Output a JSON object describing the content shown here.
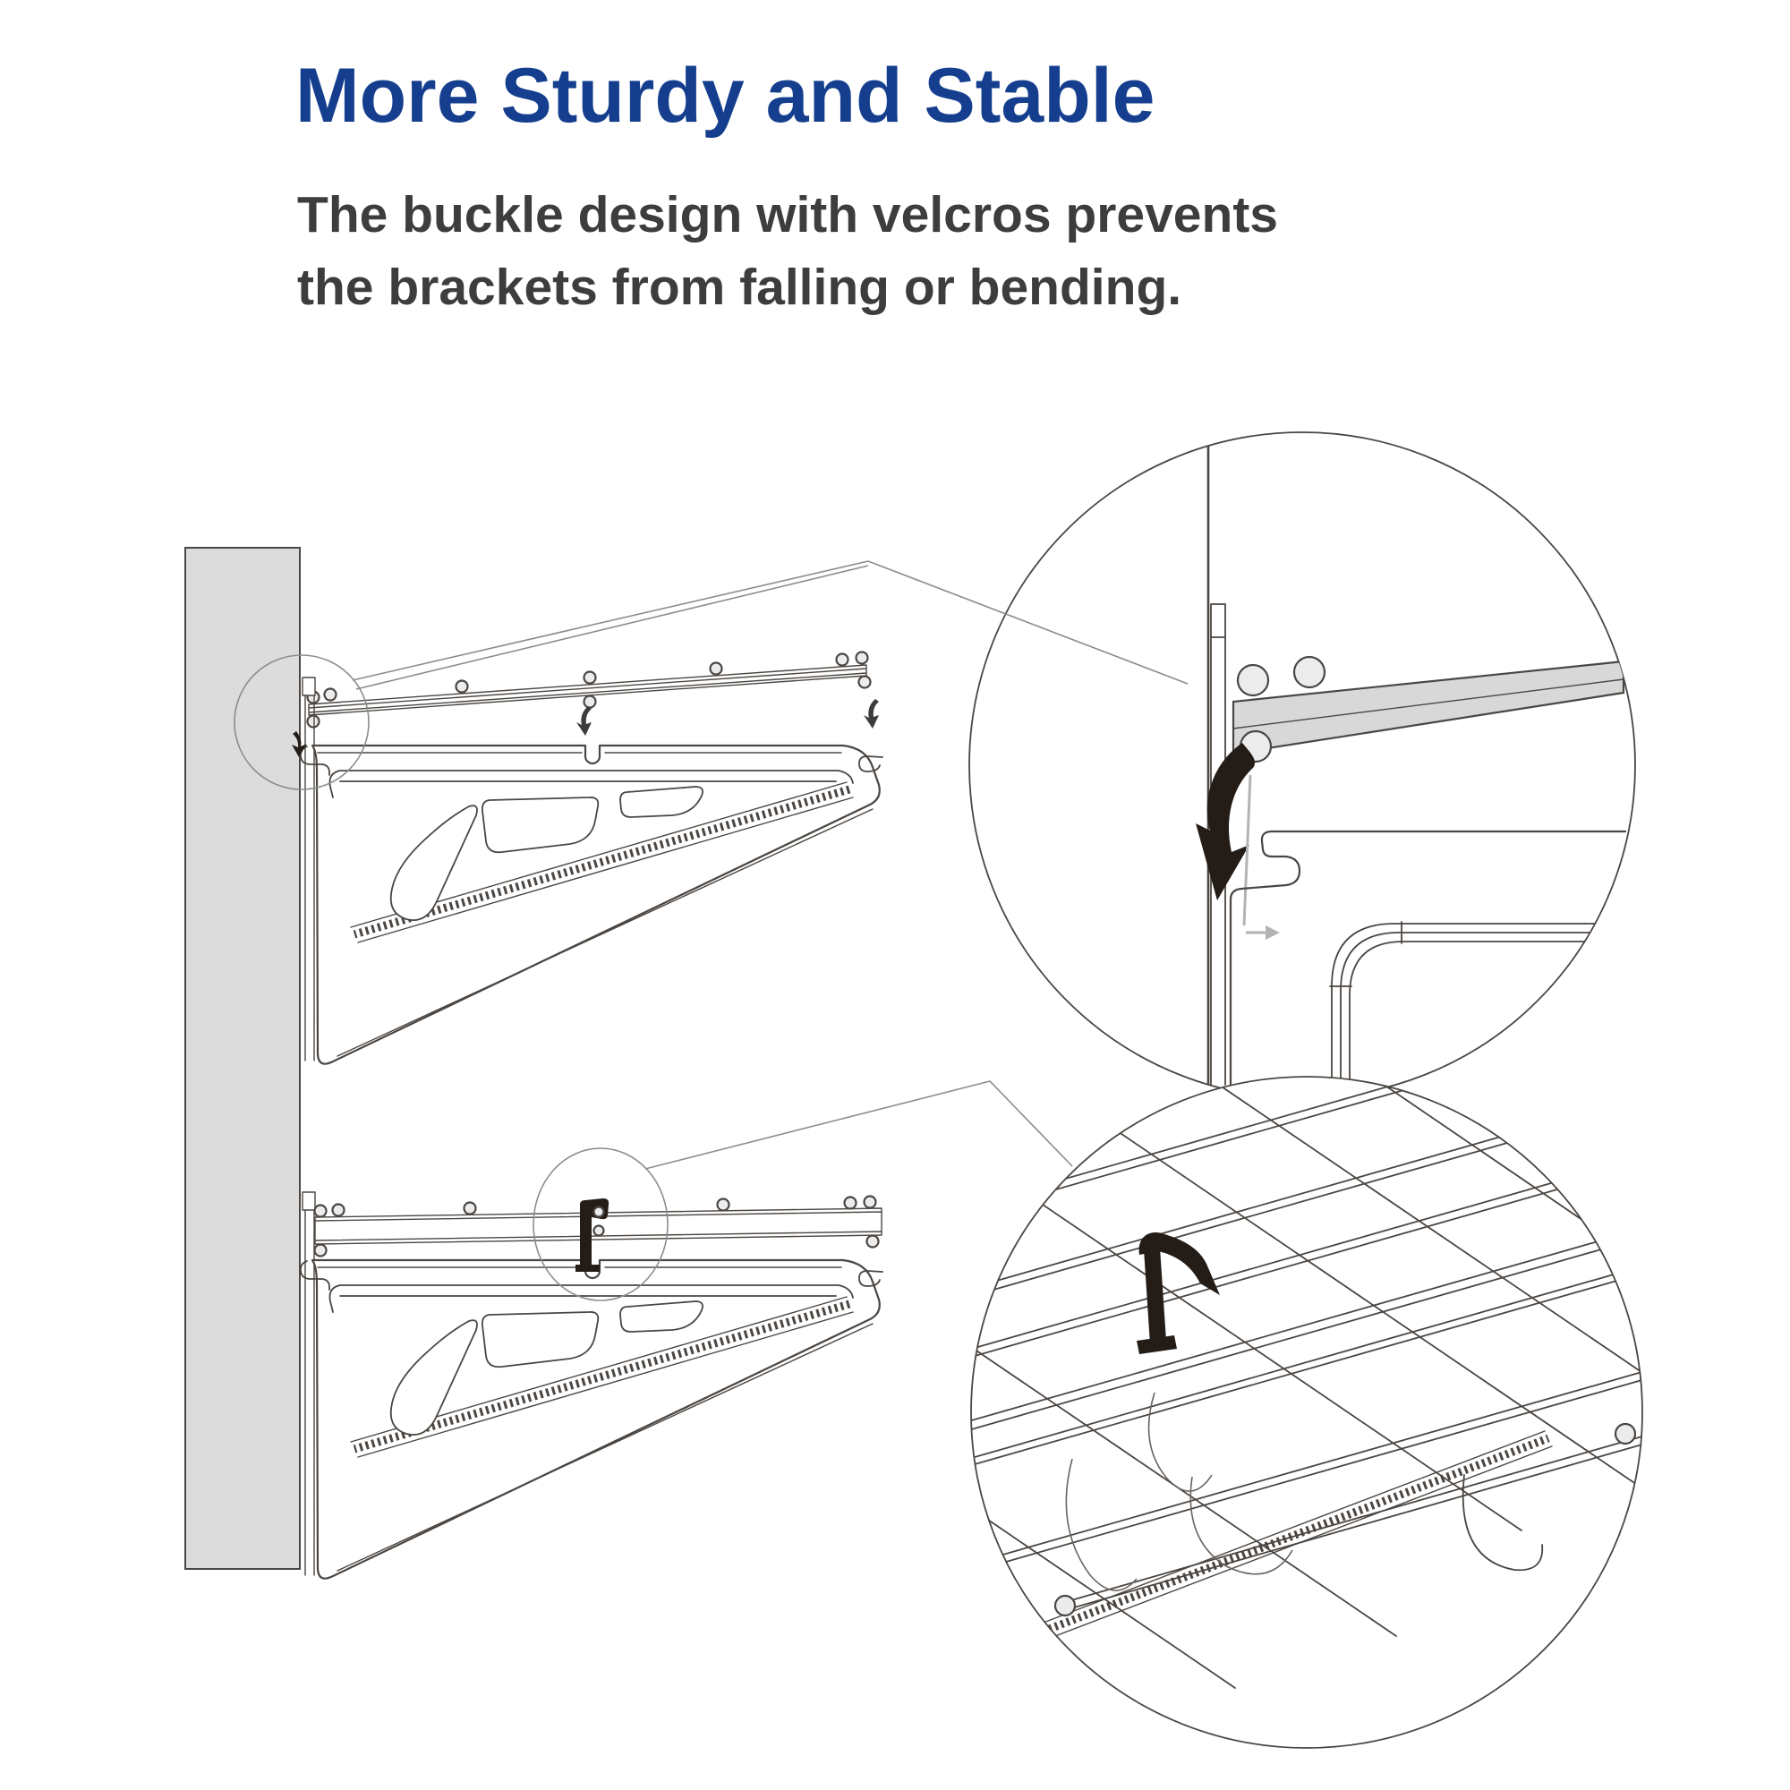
{
  "header": {
    "title": "More Sturdy and Stable",
    "subtitle_line1": "The buckle design with velcros prevents",
    "subtitle_line2": "the brackets from falling or bending."
  },
  "colors": {
    "title_blue": "#153f8e",
    "body_text": "#3d3d3d",
    "line": "#4b4642",
    "line_light": "#8c8c8c",
    "wall_fill": "#dcdcdc",
    "metal_fill": "#d8d8d8",
    "knob_fill": "#ececec",
    "strap_black": "#241c16",
    "guide_gray": "#b3b3b3",
    "background": "#ffffff"
  }
}
